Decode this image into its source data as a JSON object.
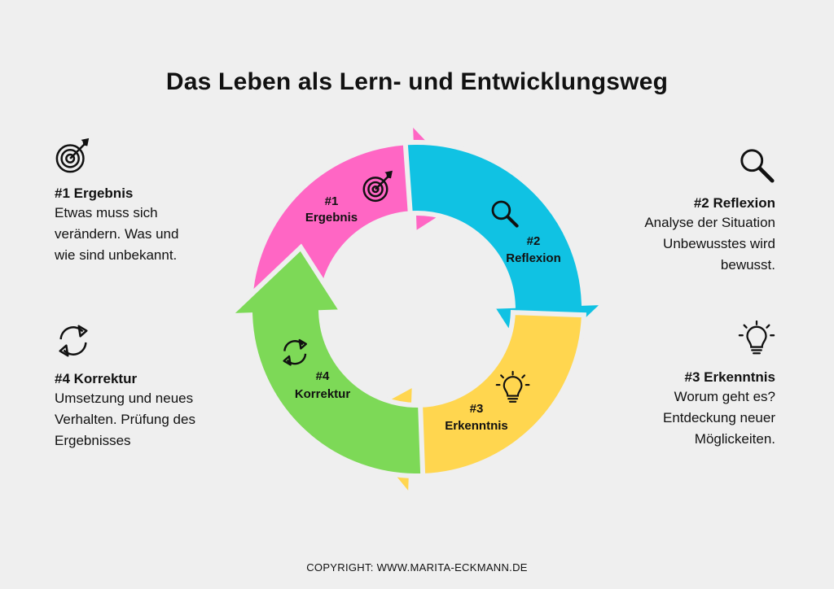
{
  "title": "Das Leben als Lern- und Entwicklungsweg",
  "steps": [
    {
      "number": "#1",
      "name": "Ergebnis",
      "heading": "#1 Ergebnis",
      "lines": [
        "Etwas muss sich",
        "verändern. Was und",
        "wie sind unbekannt."
      ],
      "icon": "target-icon",
      "color": "#ff66c4"
    },
    {
      "number": "#2",
      "name": "Reflexion",
      "heading": "#2 Reflexion",
      "lines": [
        "Analyse der Situation",
        "Unbewusstes wird",
        "bewusst."
      ],
      "icon": "magnifier-icon",
      "color": "#10c2e3"
    },
    {
      "number": "#3",
      "name": "Erkenntnis",
      "heading": "#3 Erkenntnis",
      "lines": [
        "Worum geht es?",
        "Entdeckung neuer",
        "Möglickeiten."
      ],
      "icon": "lightbulb-icon",
      "color": "#ffd64f"
    },
    {
      "number": "#4",
      "name": "Korrektur",
      "heading": "#4 Korrektur",
      "lines": [
        "Umsetzung und neues",
        "Verhalten. Prüfung des",
        "Ergebnisses"
      ],
      "icon": "refresh-arrows-icon",
      "color": "#7dd957"
    }
  ],
  "copyright": "COPYRIGHT: WWW.MARITA-ECKMANN.DE"
}
